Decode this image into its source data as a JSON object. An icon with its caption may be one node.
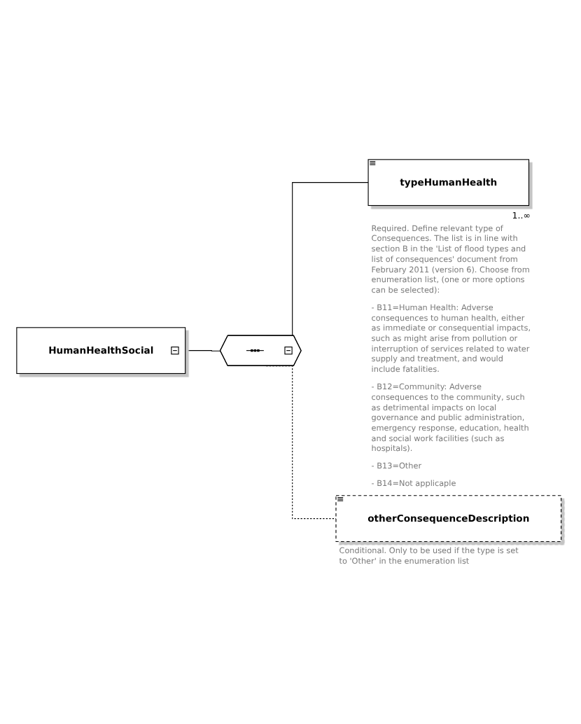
{
  "diagram": {
    "nodes": [
      {
        "text": [
          "HumanHealthSocial"
        ]
      },
      {
        "text": [],
        "shape": "hexagon"
      },
      {
        "text": [
          "typeHumanHealth"
        ],
        "beside": [
          "1..∞",
          "Required. Define relevant type of Consequences. The list is in line with section B in the 'List of flood types and list of consequences' document from February 2011 (version 6). Choose from enumeration list, (one or more options can be selected):",
          "- B11=Human Health: Adverse consequences to human health, either as immediate or consequential impacts, such as might arise from pollution or interruption of services related to water supply and treatment, and would include fatalities.",
          "- B12=Community: Adverse consequences to the community, such as detrimental impacts on local governance and public administration, emergency response, education, health and social work facilities (such as hospitals).",
          "- B13=Other",
          "- B14=Not applicaple"
        ]
      },
      {
        "text": [
          "otherConsequenceDescription"
        ],
        "beside": [
          "Conditional. Only to be used if the type is set to 'Other' in the enumeration list"
        ]
      }
    ],
    "edges": [
      {
        "from": 0,
        "to": 1,
        "arrow": "none"
      },
      {
        "from": 1,
        "to": 2,
        "arrow": "none"
      },
      {
        "from": 1,
        "to": 3,
        "arrow": "none",
        "style": "dashed"
      }
    ]
  }
}
